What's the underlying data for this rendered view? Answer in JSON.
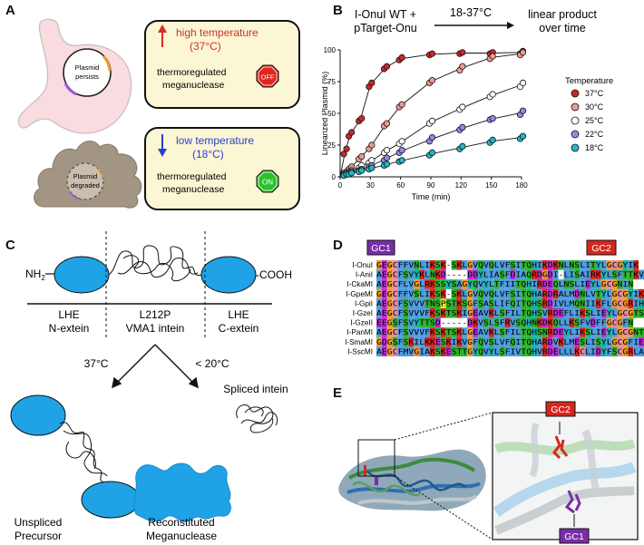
{
  "panel_letters": {
    "a": "A",
    "b": "B",
    "c": "C",
    "d": "D",
    "e": "E"
  },
  "panel_a": {
    "plasmid_top": [
      "Plasmid",
      "persists"
    ],
    "box_top_title": [
      "high temperature",
      "(37°C)"
    ],
    "box_top_text": [
      "thermoregulated",
      "meganuclease"
    ],
    "box_top_sign": "OFF",
    "plasmid_bottom": [
      "Plasmid",
      "degraded"
    ],
    "box_bottom_title": [
      "low temperature",
      "(18°C)"
    ],
    "box_bottom_text": [
      "thermoregulated",
      "meganuclease"
    ],
    "box_bottom_sign": "ON",
    "colors": {
      "high": "#d0302a",
      "low": "#2a3fd0",
      "box_fill": "#fbf6d4",
      "off": "#e0261e",
      "on": "#2ec12a"
    }
  },
  "panel_b": {
    "header_left": [
      "I-OnuI WT +",
      "pTarget-Onu"
    ],
    "header_arrow": "18-37°C",
    "header_right": [
      "linear product",
      "over time"
    ]
  },
  "chart_data": {
    "type": "scatter",
    "xlabel": "Time (min)",
    "ylabel": "Linearized Plasmid (%)",
    "xlim": [
      0,
      180
    ],
    "ylim": [
      0,
      100
    ],
    "xticks": [
      0,
      30,
      60,
      90,
      120,
      150,
      180
    ],
    "yticks": [
      0,
      25,
      50,
      75,
      100
    ],
    "legend_title": "Temperature",
    "legend_placement": "right",
    "grid": false,
    "series": [
      {
        "name": "37°C",
        "color": "#c8282a",
        "x": [
          5,
          10,
          20,
          30,
          45,
          60,
          90,
          120,
          150,
          180
        ],
        "y": [
          [
            18,
            22
          ],
          [
            32,
            35
          ],
          [
            44,
            46
          ],
          [
            71,
            74
          ],
          [
            85,
            87
          ],
          [
            92,
            94
          ],
          [
            96,
            97
          ],
          [
            97,
            98
          ],
          [
            97,
            98
          ],
          [
            97,
            99
          ]
        ]
      },
      {
        "name": "30°C",
        "color": "#ec9a94",
        "x": [
          5,
          10,
          20,
          30,
          45,
          60,
          90,
          120,
          150,
          180
        ],
        "y": [
          [
            3,
            4
          ],
          [
            6,
            8
          ],
          [
            14,
            16
          ],
          [
            22,
            25
          ],
          [
            40,
            42
          ],
          [
            55,
            57
          ],
          [
            74,
            76
          ],
          [
            84,
            87
          ],
          [
            93,
            95
          ],
          [
            96,
            98
          ]
        ]
      },
      {
        "name": "25°C",
        "color": "#ffffff",
        "x": [
          5,
          10,
          20,
          30,
          45,
          60,
          90,
          120,
          150,
          180
        ],
        "y": [
          [
            2,
            3
          ],
          [
            4,
            5
          ],
          [
            7,
            9
          ],
          [
            11,
            13
          ],
          [
            19,
            21
          ],
          [
            26,
            28
          ],
          [
            42,
            44
          ],
          [
            53,
            55
          ],
          [
            63,
            65
          ],
          [
            71,
            74
          ]
        ]
      },
      {
        "name": "22°C",
        "color": "#8d8ce8",
        "x": [
          5,
          10,
          20,
          30,
          45,
          60,
          90,
          120,
          150,
          180
        ],
        "y": [
          [
            1,
            2
          ],
          [
            3,
            4
          ],
          [
            5,
            6
          ],
          [
            8,
            9
          ],
          [
            13,
            15
          ],
          [
            19,
            21
          ],
          [
            28,
            31
          ],
          [
            37,
            39
          ],
          [
            45,
            46
          ],
          [
            49,
            52
          ]
        ]
      },
      {
        "name": "18°C",
        "color": "#1fb7c9",
        "x": [
          5,
          10,
          20,
          30,
          45,
          60,
          90,
          120,
          150,
          180
        ],
        "y": [
          [
            1,
            2
          ],
          [
            2,
            3
          ],
          [
            4,
            5
          ],
          [
            6,
            7
          ],
          [
            9,
            10
          ],
          [
            12,
            13
          ],
          [
            17,
            19
          ],
          [
            22,
            24
          ],
          [
            27,
            29
          ],
          [
            30,
            32
          ]
        ]
      }
    ]
  },
  "panel_c": {
    "nh2": "NH",
    "nh2_sub": "2",
    "cooh": "-COOH",
    "seg1": [
      "LHE",
      "N-extein"
    ],
    "seg2": [
      "L212P",
      "VMA1 intein"
    ],
    "seg3": [
      "LHE",
      "C-extein"
    ],
    "cond_left": "37°C",
    "cond_right": "< 20°C",
    "spliced": "Spliced intein",
    "outcome_left": [
      "Unspliced",
      "Precursor"
    ],
    "outcome_right": [
      "Reconstituted",
      "Meganuclease"
    ]
  },
  "panel_d": {
    "gc1": "GC1",
    "gc2": "GC2",
    "names": [
      "I-OnuI",
      "I-AniI",
      "I-CkaMI",
      "I-GpeMI",
      "I-GpiI",
      "I-GzeI",
      "I-GzeII",
      "I-PanMI",
      "I-SmaMI",
      "I-SscMI"
    ],
    "seqs": [
      "GEGCFFVNLIKSK-SKLGVQVQLVFSITQHIKDKNLNSLITYLGCGYIK",
      "AEGCFSVYKLNKD----DDYLIASFDIAQRDGDI-LISAIRKYLSFTTKV",
      "AEGCFLVGLRKSSYSAGYQVYLTFIITQHIRDEQLNSLIEYLGCGNIN",
      "GEGCFFVSLIKSK-SKLGVQVQLVFSITQHARDRALMDNLVTYLGCGYIK",
      "AEGCFSVVVTNSPSTKSGFSASLIFQITQHSRDIVLMQNIIKFLGCGRIH",
      "AEGCFSVVVFKSKTSKIGEAVKLSFILTQHSVRDEFLIKSLIEYLGCGTS",
      "EEGSFSVYTTSD-----DKVSLSFRVSQHNKDKQLLKSFVDFFGCGFN",
      "AEGCFSVVVFKSKTSKLGEAVKLSFILTQHSNRDEYLIKSLIEYLGCGNTS",
      "GDGSFSKILKKESKIKVGFQVSLVFQITQHARDVKLMESLISYLGCGFIE",
      "AEGCFMVGIAKSKESTTGYQVYLSFIVTQHVRDELLLKCLIDYFSCGRLA"
    ]
  },
  "panel_e": {
    "gc2": "GC2",
    "gc1": "GC1"
  }
}
